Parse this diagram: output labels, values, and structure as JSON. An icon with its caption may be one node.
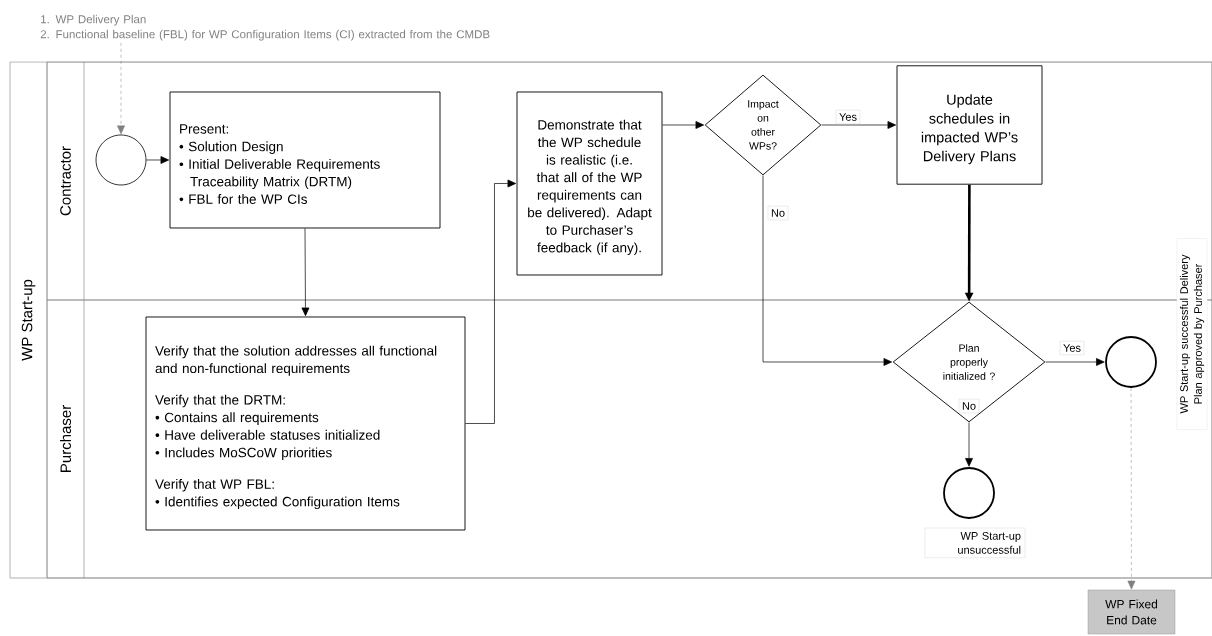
{
  "diagram": {
    "nodes": [
      {
        "text": [
          "1. WP Delivery Plan",
          "2. Functional baseline (FBL) for WP Configuration Items (CI) extracted from the CMDB"
        ]
      },
      {
        "text": [
          "WP Start-up"
        ]
      },
      {
        "text": [
          "Contractor"
        ],
        "in": 1
      },
      {
        "text": [
          "Purchaser"
        ],
        "in": 1
      },
      {
        "text": [],
        "shape": "circle",
        "in": 2
      },
      {
        "text": [
          "Present:",
          "• Solution Design",
          "• Initial Deliverable Requirements Traceability Matrix (DRTM)",
          "• FBL for the WP CIs"
        ],
        "in": 2
      },
      {
        "text": [
          "Demonstrate that the WP schedule is realistic (i.e. that all of the WP requirements can be delivered). Adapt to Purchaser’s feedback (if any)."
        ],
        "in": 2
      },
      {
        "text": [
          "Impact on other WPs?"
        ],
        "in": 2
      },
      {
        "text": [
          "Update schedules in impacted WP’s Delivery Plans"
        ],
        "in": 2
      },
      {
        "text": [
          "Verify that the solution addresses all functional and non-functional requirements",
          "Verify that the DRTM:",
          "• Contains all requirements",
          "• Have deliverable statuses initialized",
          "• Includes MoSCoW priorities",
          "Verify that WP FBL:",
          "• Identifies expected Configuration Items"
        ],
        "in": 3
      },
      {
        "text": [
          "Plan properly initialized ?"
        ],
        "in": 3
      },
      {
        "text": [],
        "shape": "circle",
        "in": 3
      },
      {
        "text": [],
        "shape": "circle",
        "in": 3,
        "beside": [
          "WP Start-up unsuccessful"
        ]
      },
      {
        "text": [
          "WP Fixed End Date"
        ]
      }
    ],
    "edges": [
      {
        "from": 0,
        "to": 4,
        "arrow": "to",
        "style": "dashed",
        "color": "#808080"
      },
      {
        "from": 4,
        "to": 5,
        "arrow": "to"
      },
      {
        "from": 5,
        "to": 9,
        "arrow": "to"
      },
      {
        "from": 9,
        "to": 6,
        "arrow": "to"
      },
      {
        "from": 6,
        "to": 7,
        "arrow": "to"
      },
      {
        "from": 7,
        "to": 8,
        "arrow": "to",
        "label": "Yes"
      },
      {
        "from": 7,
        "to": 10,
        "arrow": "to",
        "label": "No"
      },
      {
        "from": 8,
        "to": 10,
        "arrow": "to",
        "style": "thick"
      },
      {
        "from": 10,
        "to": 11,
        "arrow": "to",
        "label": "Yes"
      },
      {
        "from": 10,
        "to": 12,
        "arrow": "to",
        "label": "No"
      },
      {
        "from": 11,
        "to": 13,
        "arrow": "to",
        "style": "dashed",
        "color": "#808080"
      }
    ],
    "labels": [
      "WP Start-up successful Delivery Plan approved by Purchaser"
    ]
  }
}
